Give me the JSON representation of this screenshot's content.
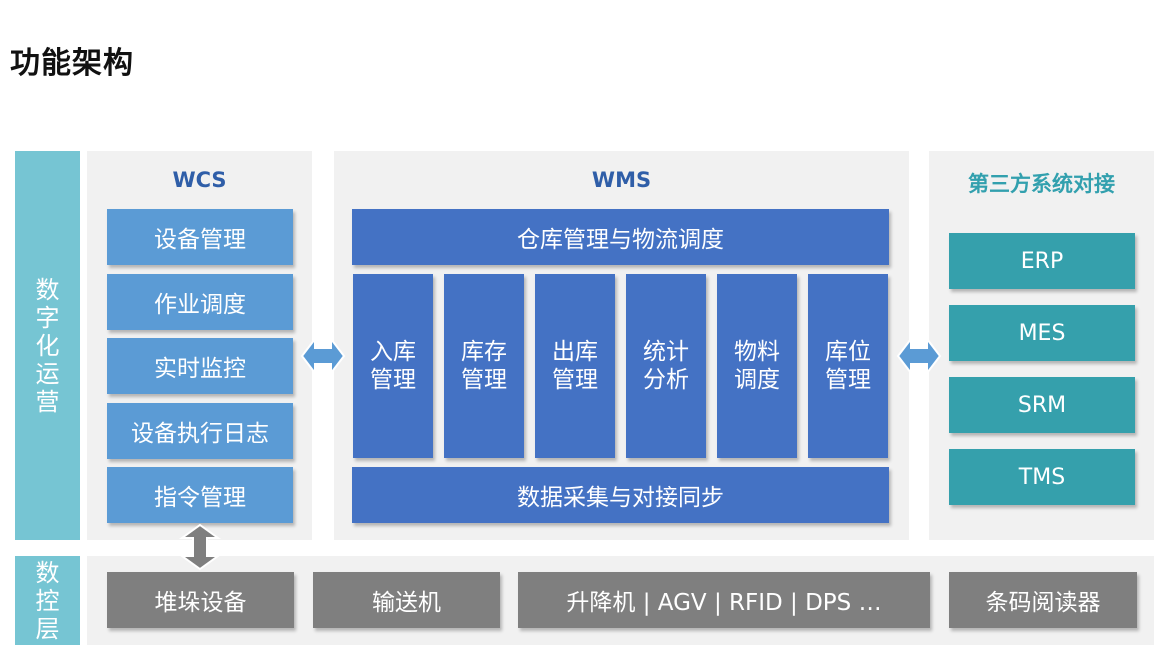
{
  "title": "功能架构",
  "left_band": {
    "label": "数字化运营"
  },
  "bottom_band": {
    "label": "数控层"
  },
  "wcs": {
    "title": "WCS",
    "items": [
      "设备管理",
      "作业调度",
      "实时监控",
      "设备执行日志",
      "指令管理"
    ]
  },
  "wms": {
    "title": "WMS",
    "top_bar": "仓库管理与物流调度",
    "columns": [
      "入库\n管理",
      "库存\n管理",
      "出库\n管理",
      "统计\n分析",
      "物料\n调度",
      "库位\n管理"
    ],
    "bottom_bar": "数据采集与对接同步"
  },
  "third_party": {
    "title": "第三方系统对接",
    "items": [
      "ERP",
      "MES",
      "SRM",
      "TMS"
    ]
  },
  "devices": [
    "堆垛设备",
    "输送机",
    "升降机 | AGV | RFID | DPS …",
    "条码阅读器"
  ],
  "colors": {
    "band": "#76c5d3",
    "panel": "#f1f1f1",
    "wcs_box": "#5b9bd5",
    "wms_box": "#4472c4",
    "third_party_box": "#35a0ac",
    "device_box": "#7f7f7f",
    "arrow": "#5b9bd5",
    "arrow_vertical": "#7f7f7f"
  }
}
